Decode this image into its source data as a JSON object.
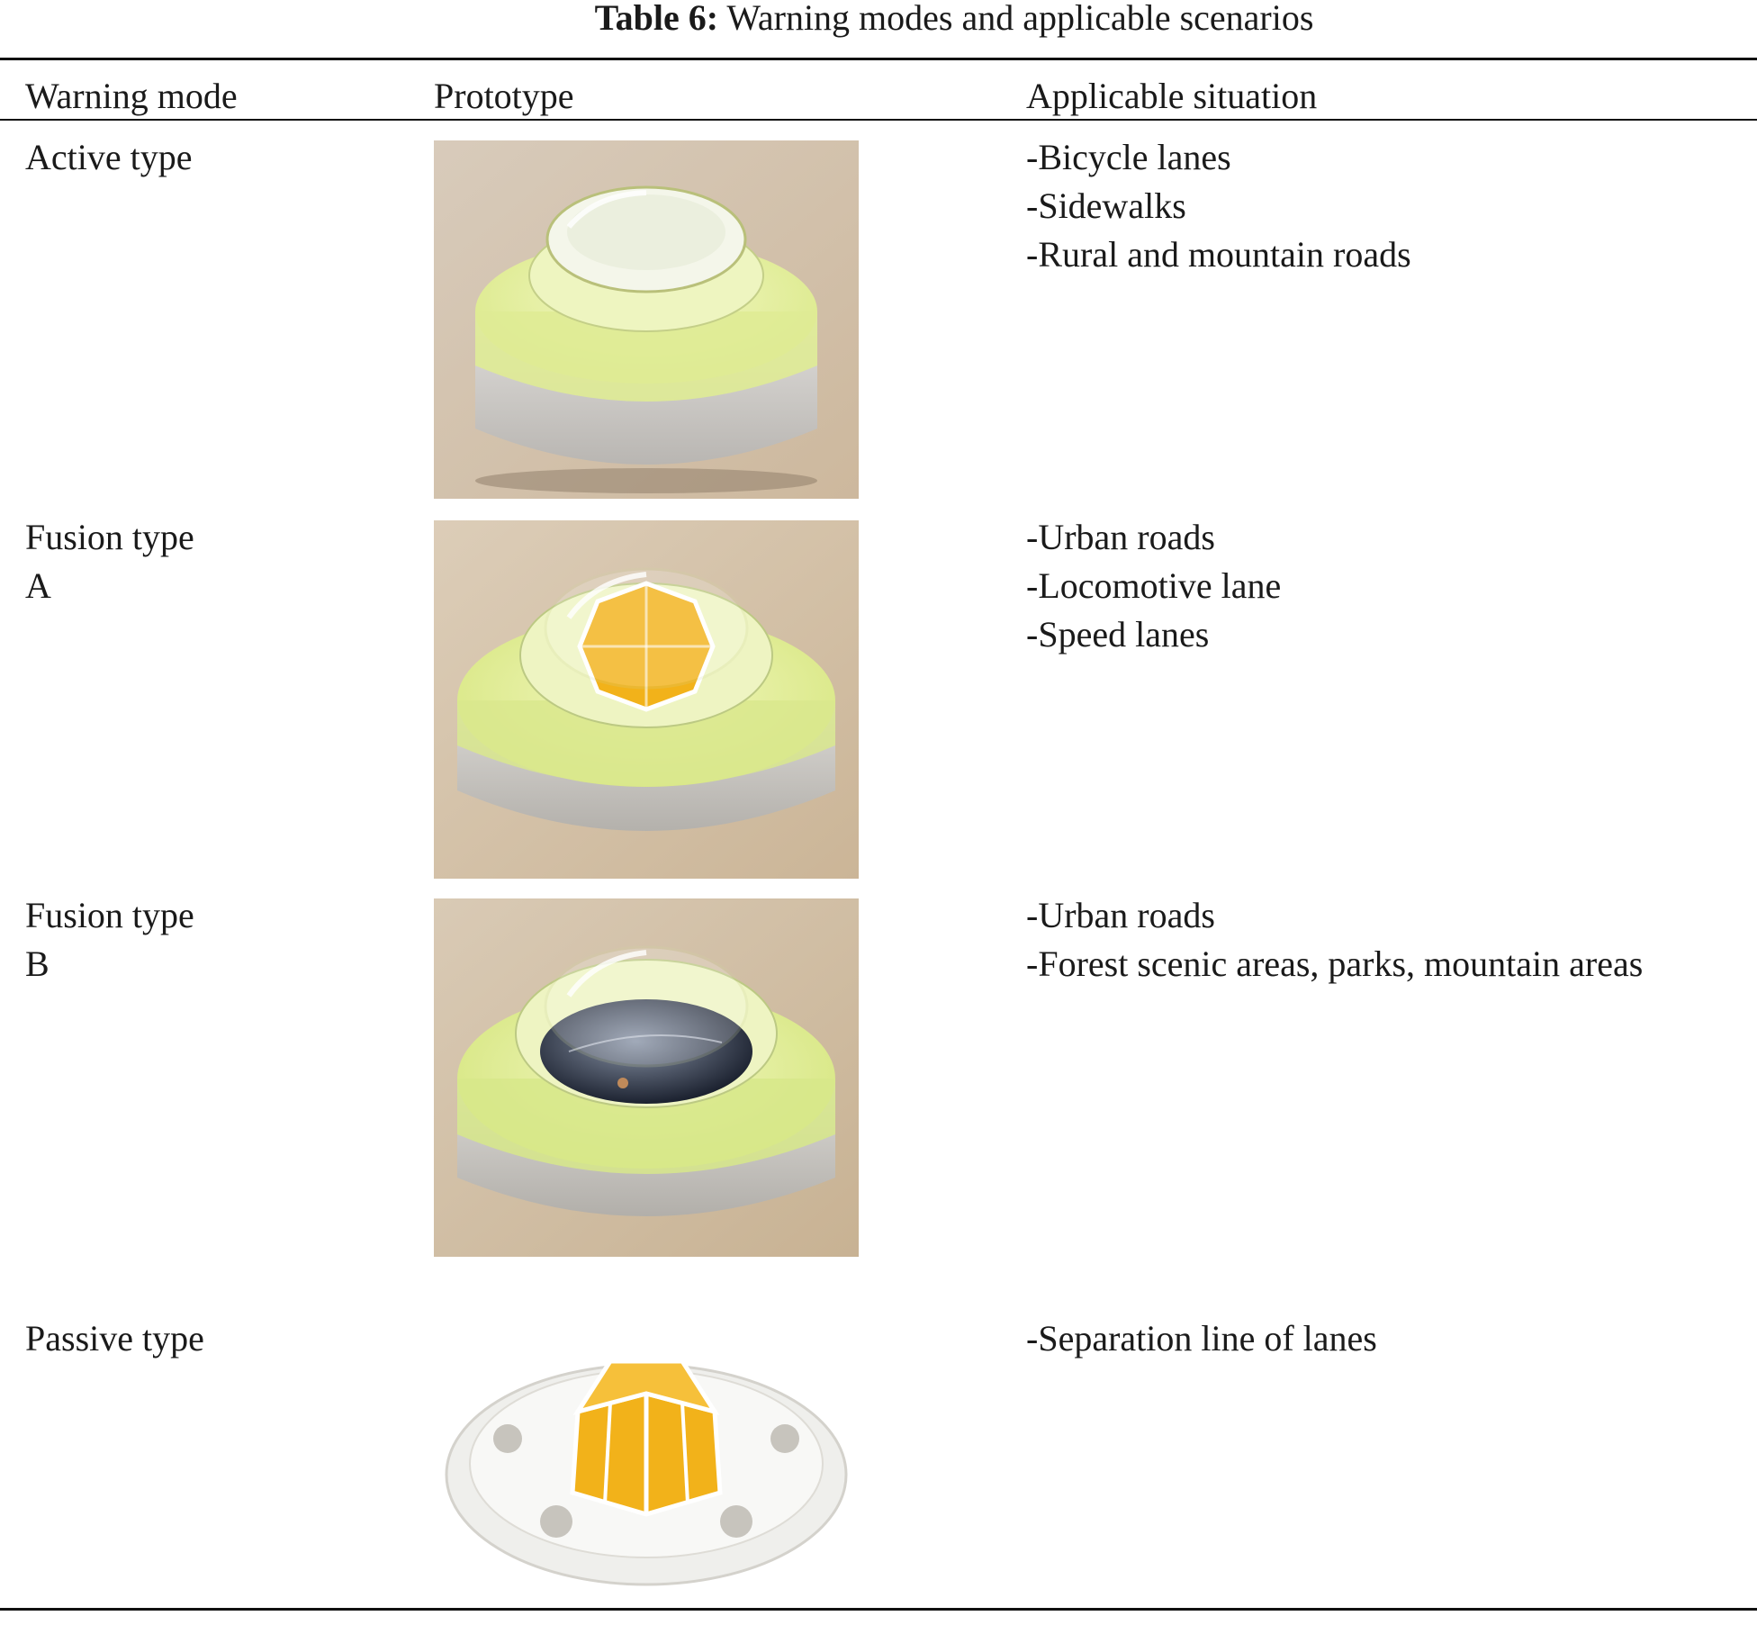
{
  "caption": {
    "label": "Table 6:",
    "text": "Warning modes and applicable scenarios"
  },
  "headers": [
    "Warning mode",
    "Prototype",
    "Applicable situation"
  ],
  "rows": [
    {
      "mode": [
        "Active type"
      ],
      "prototype": "clear-dome-yellow-ring-stud",
      "situations": [
        "-Bicycle lanes",
        "-Sidewalks",
        "-Rural and mountain roads"
      ]
    },
    {
      "mode": [
        "Fusion type",
        "A"
      ],
      "prototype": "dome-stud-yellow-reflector",
      "situations": [
        "-Urban roads",
        "-Locomotive lane",
        "-Speed lanes"
      ]
    },
    {
      "mode": [
        "Fusion type",
        "B"
      ],
      "prototype": "dome-stud-solar-panel",
      "situations": [
        "-Urban roads",
        "-Forest scenic areas, parks, mountain areas"
      ]
    },
    {
      "mode": [
        "Passive type"
      ],
      "prototype": "white-base-octagonal-reflector",
      "situations": [
        "-Separation line of lanes"
      ]
    }
  ],
  "colors": {
    "table_rule": "#111111",
    "glow_yellow": "#e4ef9a",
    "reflector_amber": "#f2b21a",
    "base_silver": "#c9c7c4",
    "background_wood": "#d9c8b2"
  }
}
